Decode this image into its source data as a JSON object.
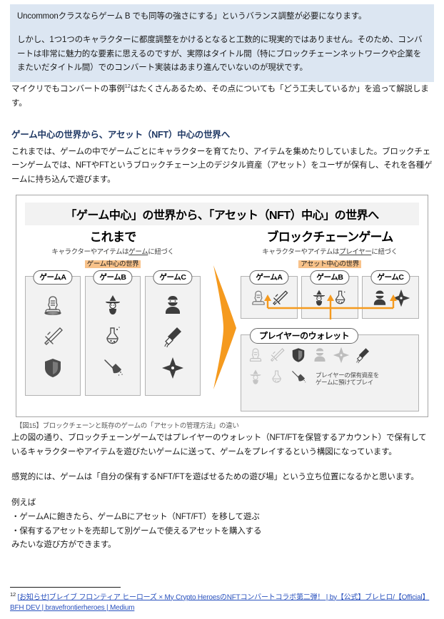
{
  "document": {
    "intro_highlight": {
      "paragraph_1": "Uncommonクラスならゲーム B でも同等の強さにする」というバランス調整が必要になります。",
      "paragraph_2": "しかし、1つ1つのキャラクターに都度調整をかけるとなると工数的に現実的ではありません。そのため、コンバートは非常に魅力的な要素に思えるのですが、実際はタイトル間（特にブロックチェーンネットワークや企業をまたいだタイトル間）でのコンバート実装はあまり進んでいないのが現状です。"
    },
    "after_highlight": {
      "part_1": "マイクリでもコンバートの事例",
      "footnote_marker": "12",
      "part_2": "はたくさんあるため、その点についても「どう工夫しているか」を追って解説します。"
    },
    "section_heading": {
      "before": "ゲーム中心の世界から、アセット（",
      "bold": "NFT",
      "after": "）中心の世界へ"
    },
    "section_body": "これまでは、ゲームの中でゲームごとにキャラクターを育てたり、アイテムを集めたりしていました。ブロックチェーンゲームでは、NFTやFTというブロックチェーン上のデジタル資産（アセット）をユーザが保有し、それを各種ゲームに持ち込んで遊びます。"
  },
  "figure": {
    "title": "「ゲーム中心」の世界から、「アセット（NFT）中心」の世界へ",
    "caption": "【図15】ブロックチェーンと既存のゲームの「アセットの管理方法」の違い",
    "arrow_color": "#f59a1e",
    "highlight_tag_color": "#f8c28a",
    "left": {
      "title": "これまで",
      "subtitle_before": "キャラクターやアイテムは",
      "subtitle_underline": "ゲーム",
      "subtitle_after": "に紐づく",
      "tag": "ゲーム中心の世界",
      "games": [
        {
          "label": "ゲームA",
          "icons": [
            "knight-icon",
            "sword-icon",
            "shield-icon"
          ]
        },
        {
          "label": "ゲームB",
          "icons": [
            "witch-icon",
            "potion-icon",
            "broom-icon"
          ]
        },
        {
          "label": "ゲームC",
          "icons": [
            "ninja-icon",
            "kunai-icon",
            "shuriken-icon"
          ]
        }
      ]
    },
    "right": {
      "title": "ブロックチェーンゲーム",
      "subtitle_before": "キャラクターやアイテムは",
      "subtitle_underline": "プレイヤー",
      "subtitle_after": "に紐づく",
      "tag": "アセット中心の世界",
      "games": [
        {
          "label": "ゲームA",
          "icons": [
            "knight-icon",
            "sword-icon"
          ]
        },
        {
          "label": "ゲームB",
          "icons": [
            "witch-icon",
            "potion-icon"
          ]
        },
        {
          "label": "ゲームC",
          "icons": [
            "ninja-icon",
            "shuriken-icon"
          ]
        }
      ],
      "wallet": {
        "label": "プレイヤーのウォレット",
        "note_line_1": "プレイヤーの保有資産を",
        "note_line_2": "ゲームに預けてプレイ",
        "row_1_icons": [
          "knight-icon",
          "sword-icon",
          "shield-icon",
          "ninja-icon",
          "shuriken-icon",
          "kunai-icon"
        ],
        "row_2_icons": [
          "witch-icon",
          "potion-icon",
          "broom-icon"
        ]
      }
    }
  },
  "post_figure": {
    "paragraph_1": "上の図の通り、ブロックチェーンゲームではプレイヤーのウォレット（NFT/FTを保管するアカウント）で保有しているキャラクターやアイテムを遊びたいゲームに送って、ゲームをプレイするという構図になっています。",
    "paragraph_2": "感覚的には、ゲームは「自分の保有するNFT/FTを遊ばせるための遊び場」という立ち位置になるかと思います。",
    "example_lead": "例えば",
    "example_1": "・ゲームAに飽きたら、ゲームBにアセット（NFT/FT）を移して遊ぶ",
    "example_2": "・保有するアセットを売却して別ゲームで使えるアセットを購入する",
    "example_close": "みたいな遊び方ができます。"
  },
  "footnote": {
    "number": "12",
    "link_text": "[お知らせ]ブレイブ フロンティア ヒーローズ × My Crypto HeroesのNFTコンバートコラボ第二弾！ | by【公式】ブレヒロ/【Official】BFH DEV | bravefrontierheroes | Medium",
    "link_color": "#2a52be"
  }
}
